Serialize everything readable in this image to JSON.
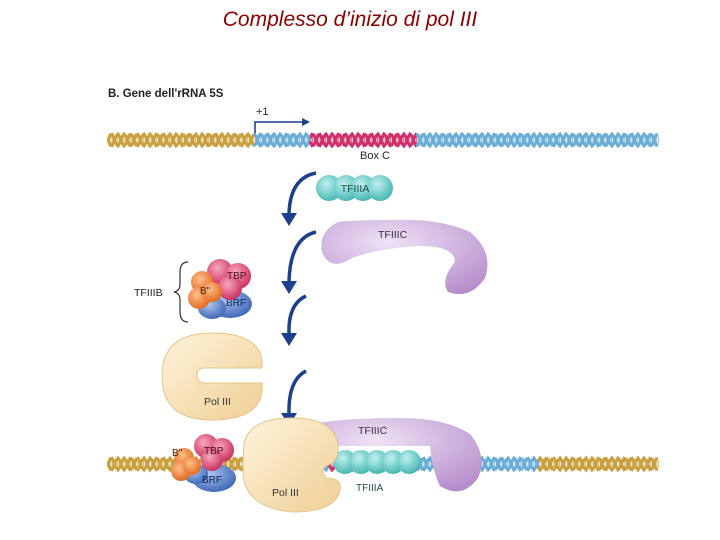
{
  "title": "Complesso d’inizio di pol III",
  "figure": {
    "panel_label": "B.  Gene dell'rRNA 5S",
    "start_site": "+1",
    "box_c": "Box C",
    "complex_label": "TFIIIB",
    "proteins": {
      "tfiiia": "TFIIIA",
      "tfiiic": "TFIIIC",
      "tbp": "TBP",
      "b_double_prime": "B\"",
      "brf": "BRF",
      "pol3": "Pol III"
    },
    "final_complex": {
      "tfiiic": "TFIIIC",
      "tbp": "TBP",
      "b_double_prime": "B\"",
      "brf": "BRF",
      "pol3": "Pol III",
      "tfiiia": "TFIIIA"
    }
  },
  "colors": {
    "title": "#8b0000",
    "dna_upstream": "#c9a040",
    "dna_gene": "#6aaed6",
    "dna_boxc": "#d0306a",
    "arrow": "#1c3f8e",
    "tfiiia": "#4fc3c0",
    "tfiiic": "#c8a2d8",
    "tbp": "#d9406a",
    "b_double_prime": "#ee7a22",
    "brf": "#4a78c4",
    "pol3": "#f6dfb4"
  }
}
